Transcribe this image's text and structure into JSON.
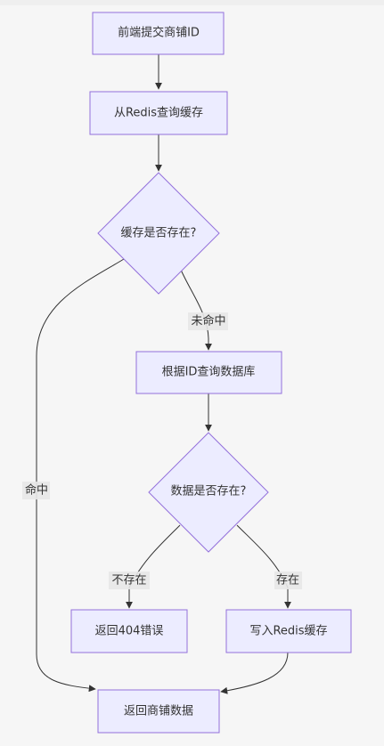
{
  "diagram": {
    "type": "flowchart",
    "nodes": {
      "submit": "前端提交商铺ID",
      "query_redis": "从Redis查询缓存",
      "cache_exists": "缓存是否存在?",
      "query_db": "根据ID查询数据库",
      "data_exists": "数据是否存在?",
      "return_404": "返回404错误",
      "write_redis": "写入Redis缓存",
      "return_data": "返回商铺数据"
    },
    "edges": {
      "miss": "未命中",
      "hit": "命中",
      "not_exist": "不存在",
      "exist": "存在"
    },
    "colors": {
      "node_fill": "#ececff",
      "node_stroke": "#9370db",
      "edge": "#333333",
      "label_bg": "#e8e8e8"
    }
  }
}
